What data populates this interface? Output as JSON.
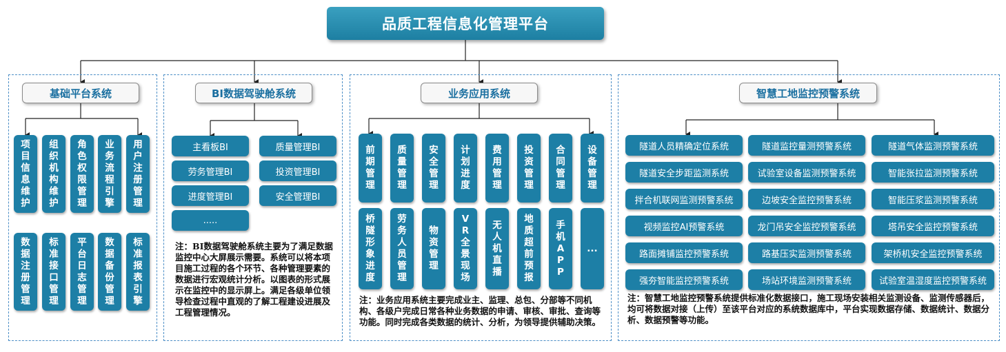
{
  "title": "品质工程信息化管理平台",
  "sections": {
    "basic": {
      "title": "基础平台系统",
      "row1": [
        "项目信息维护",
        "组织机构维护",
        "角色权限管理",
        "业务流程引擎",
        "用户注册管理"
      ],
      "row2": [
        "数据注册管理",
        "标准接口管理",
        "平台日志管理",
        "数据备份管理",
        "标准报表引擎"
      ]
    },
    "bi": {
      "title": "BI数据驾驶舱系统",
      "left": [
        "主看板BI",
        "劳务管理BI",
        "进度管理BI",
        "....."
      ],
      "right": [
        "质量管理BI",
        "投资管理BI",
        "安全管理BI"
      ],
      "note": "注：BI数据驾驶舱系统主要为了满足数据监控中心大屏展示需要。系统可以将本项目施工过程的各个环节、各种管理要素的数据进行宏观统计分析。以图表的形式展示在监控中的显示屏上。满足各级单位领导检查过程中直观的了解工程建设进展及工程管理情况。"
    },
    "business": {
      "title": "业务应用系统",
      "row1": [
        "前期管理",
        "质量管理",
        "安全管理",
        "计划进度",
        "费用管理",
        "投资管理",
        "合同管理",
        "设备管理"
      ],
      "row2": [
        "桥隧形象进度",
        "劳务人员管理",
        "物资管理",
        "VR全景现场",
        "无人机直播",
        "地质超前预报",
        "手机APP",
        "..."
      ],
      "note": "注：业务应用系统主要完成业主、监理、总包、分部等不同机构、各级户完成日常各种业务数据的申请、审核、审批、查询等功能。同时完成各类数据的统计、分析，为领导提供辅助决策。"
    },
    "monitor": {
      "title": "智慧工地监控预警系统",
      "grid": [
        [
          "隧道人员精确定位系统",
          "隧道监控量测预警系统",
          "隧道气体监测预警系统"
        ],
        [
          "隧道安全步距监测系统",
          "试验室设备监测预警系统",
          "智能张拉监测预警系统"
        ],
        [
          "拌合机联网监测预警系统",
          "边坡安全监控预警系统",
          "智能压浆监测预警系统"
        ],
        [
          "视频监控AI预警系统",
          "龙门吊安全监控预警系统",
          "塔吊安全监控预警系统"
        ],
        [
          "路面摊铺监控预警系统",
          "路基压实监测预警系统",
          "架桥机安全监控预警系统"
        ],
        [
          "强夯智能监控预警系统",
          "场站环境监测预警系统",
          "试验室温湿度监控预警系统"
        ]
      ],
      "note": "注：智慧工地监控预警系统提供标准化数据接口，施工现场安装相关监测设备、监测传感器后，均可将数据对接（上传）至该平台对应的系统数据库中，平台实现数据存储、数据统计、数据分析、数据预警等功能。"
    }
  }
}
